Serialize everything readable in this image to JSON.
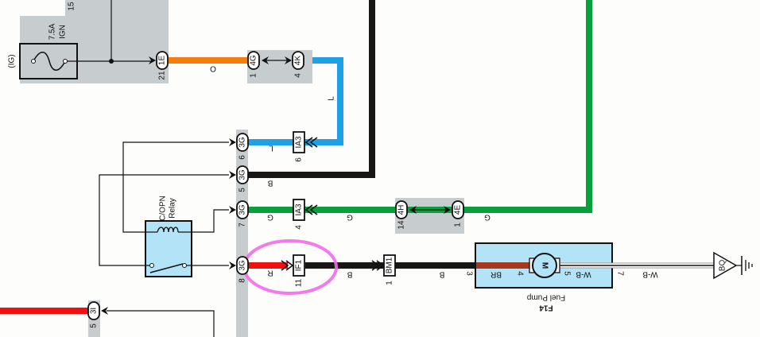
{
  "diagram": {
    "type": "wiring-diagram",
    "colors": {
      "orange": "#f57d10",
      "blue": "#1ea0e6",
      "black": "#181715",
      "green": "#08a03c",
      "red": "#f10f12",
      "brown": "#a6391e",
      "gray_box": "#c7ccce",
      "light_blue_box": "#b3e3f6",
      "highlight": "#f26bea"
    },
    "fuse": {
      "label_rating": "7.5A",
      "label_name": "IGN",
      "source": "(IG)"
    },
    "top_pin": "15",
    "connectors": {
      "c1E": {
        "code": "1E",
        "pin": "21"
      },
      "c4G": {
        "code": "4G",
        "pin": "1"
      },
      "c4K": {
        "code": "4K",
        "pin": "4"
      },
      "c3G_6": {
        "code": "3G",
        "pin": "6"
      },
      "c3G_5": {
        "code": "3G",
        "pin": "5"
      },
      "c3G_7": {
        "code": "3G",
        "pin": "7"
      },
      "c3G_8": {
        "code": "3G",
        "pin": "8"
      },
      "cIA3_6": {
        "code": "IA3",
        "pin": "6"
      },
      "cIA3_4": {
        "code": "IA3",
        "pin": "4"
      },
      "c4H": {
        "code": "4H",
        "pin": "14"
      },
      "c4E": {
        "code": "4E",
        "pin": "1"
      },
      "cIF1": {
        "code": "IF1",
        "pin": "11"
      },
      "cBM1": {
        "code": "BM1",
        "pin": "1"
      },
      "c3I": {
        "code": "3I",
        "pin": "5"
      }
    },
    "wire_colors": {
      "orange": "O",
      "blue_vertical": "L",
      "blue_horizontal": "L",
      "black_3g5": "B",
      "green_3g7": "G",
      "green_mid": "G",
      "green_right": "G",
      "red_3g8": "R",
      "black_if1": "B",
      "black_bm1": "B",
      "pump_in": "BR",
      "pump_out": "W-B",
      "ground_wire": "W-B"
    },
    "relay": {
      "name_line1": "C/OPN",
      "name_line2": "Relay"
    },
    "fuel_pump": {
      "motor": "M",
      "name": "Fuel Pump",
      "code": "F14",
      "pin_in": "3",
      "pin_4": "4",
      "pin_5": "5",
      "pin_out": "7"
    },
    "ground": {
      "code": "BQ"
    }
  }
}
